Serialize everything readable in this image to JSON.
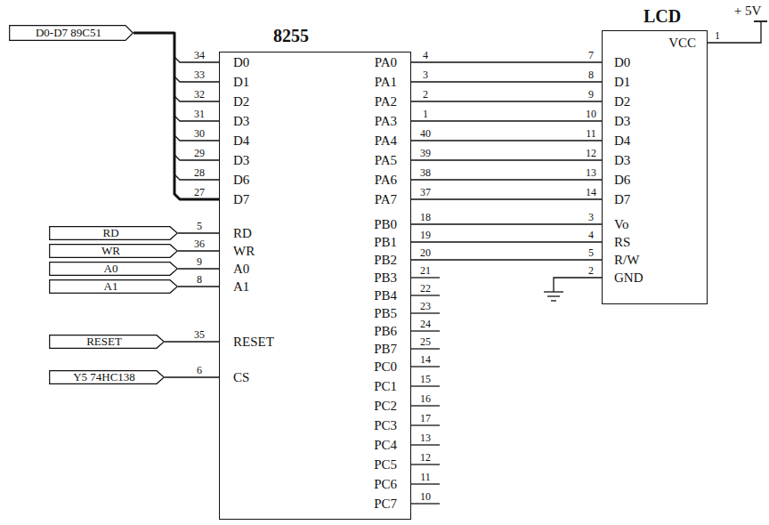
{
  "diagram": {
    "nodes": [
      {
        "text": [
          "8255"
        ]
      },
      {
        "text": [
          "LCD"
        ]
      },
      {
        "text": [
          "D0-D7 89C51"
        ]
      },
      {
        "text": [
          "RD"
        ]
      },
      {
        "text": [
          "WR"
        ]
      },
      {
        "text": [
          "A0"
        ]
      },
      {
        "text": [
          "A1"
        ]
      },
      {
        "text": [
          "RESET"
        ]
      },
      {
        "text": [
          "Y5 74HC138"
        ]
      }
    ],
    "edges": [
      {
        "from": 2,
        "to": 0,
        "arrow": "none"
      },
      {
        "from": 3,
        "to": 0,
        "arrow": "none"
      },
      {
        "from": 4,
        "to": 0,
        "arrow": "none"
      },
      {
        "from": 5,
        "to": 0,
        "arrow": "none"
      },
      {
        "from": 6,
        "to": 0,
        "arrow": "none"
      },
      {
        "from": 7,
        "to": 0,
        "arrow": "none"
      },
      {
        "from": 8,
        "to": 0,
        "arrow": "none"
      },
      {
        "from": 0,
        "to": 1,
        "arrow": "none"
      },
      {
        "from": 0,
        "to": 1,
        "arrow": "none"
      },
      {
        "from": 0,
        "to": 1,
        "arrow": "none"
      },
      {
        "from": 0,
        "to": 1,
        "arrow": "none"
      },
      {
        "from": 0,
        "to": 1,
        "arrow": "none"
      },
      {
        "from": 0,
        "to": 1,
        "arrow": "none"
      },
      {
        "from": 0,
        "to": 1,
        "arrow": "none"
      },
      {
        "from": 0,
        "to": 1,
        "arrow": "none"
      },
      {
        "from": 0,
        "to": 1,
        "arrow": "none"
      },
      {
        "from": 0,
        "to": 1,
        "arrow": "none"
      },
      {
        "from": 0,
        "to": 1,
        "arrow": "none"
      }
    ],
    "labels": [
      "D0",
      "D1",
      "D2",
      "D3",
      "D4",
      "D3",
      "D6",
      "D7",
      "34",
      "33",
      "32",
      "31",
      "30",
      "29",
      "28",
      "27",
      "RD",
      "WR",
      "A0",
      "A1",
      "5",
      "36",
      "9",
      "8",
      "RESET",
      "35",
      "CS",
      "6",
      "PA0",
      "PA1",
      "PA2",
      "PA3",
      "PA4",
      "PA5",
      "PA6",
      "PA7",
      "4",
      "3",
      "2",
      "1",
      "40",
      "39",
      "38",
      "37",
      "PB0",
      "PB1",
      "PB2",
      "PB3",
      "PB4",
      "PB5",
      "PB6",
      "PB7",
      "18",
      "19",
      "20",
      "21",
      "22",
      "23",
      "24",
      "25",
      "PC0",
      "PC1",
      "PC2",
      "PC3",
      "PC4",
      "PC5",
      "PC6",
      "PC7",
      "14",
      "15",
      "16",
      "17",
      "13",
      "12",
      "11",
      "10",
      "D0",
      "D1",
      "D2",
      "D3",
      "D4",
      "D3",
      "D6",
      "D7",
      "7",
      "8",
      "9",
      "10",
      "11",
      "12",
      "13",
      "14",
      "Vo",
      "RS",
      "R/W",
      "GND",
      "3",
      "4",
      "5",
      "2",
      "VCC",
      "1",
      "+ 5V"
    ]
  }
}
